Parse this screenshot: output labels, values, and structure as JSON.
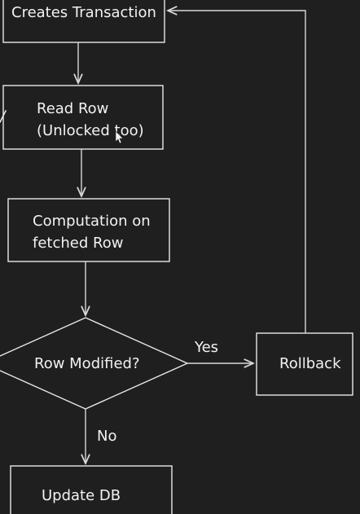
{
  "nodes": {
    "create_transaction": {
      "label": "Creates Transaction"
    },
    "read_row": {
      "line1": "Read Row",
      "line2": "(Unlocked too)"
    },
    "computation": {
      "line1": "Computation on",
      "line2": "fetched Row"
    },
    "row_modified": {
      "label": "Row Modified?"
    },
    "rollback": {
      "label": "Rollback"
    },
    "update_db": {
      "label": "Update DB"
    }
  },
  "edges": {
    "yes": "Yes",
    "no": "No"
  },
  "colors": {
    "background": "#1f1f1f",
    "stroke": "#e8e8e8",
    "text": "#f2f2f2"
  }
}
